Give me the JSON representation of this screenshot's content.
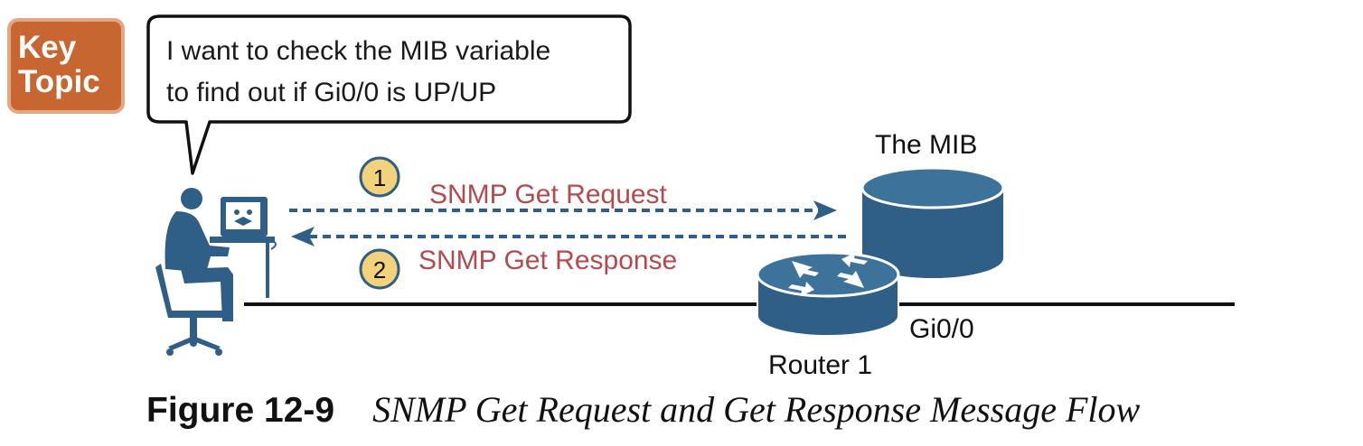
{
  "key_topic": {
    "line1": "Key",
    "line2": "Topic"
  },
  "speech_bubble": {
    "line1": "I want to check the MIB variable",
    "line2": "to find out if Gi0/0 is UP/UP"
  },
  "steps": [
    {
      "number": "1",
      "label": "SNMP Get Request"
    },
    {
      "number": "2",
      "label": "SNMP Get Response"
    }
  ],
  "mib_label": "The MIB",
  "router_label": "Router 1",
  "interface_label": "Gi0/0",
  "figure": {
    "label": "Figure 12-9",
    "title": "SNMP Get Request and Get Response Message Flow"
  },
  "colors": {
    "device_blue": "#2f5f86",
    "message_red": "#b34a4e",
    "badge_orange": "#c86631",
    "step_yellow": "#f2d27a"
  },
  "icons": [
    "key-topic-badge",
    "manager-workstation-icon",
    "mib-database-icon",
    "router-icon"
  ]
}
